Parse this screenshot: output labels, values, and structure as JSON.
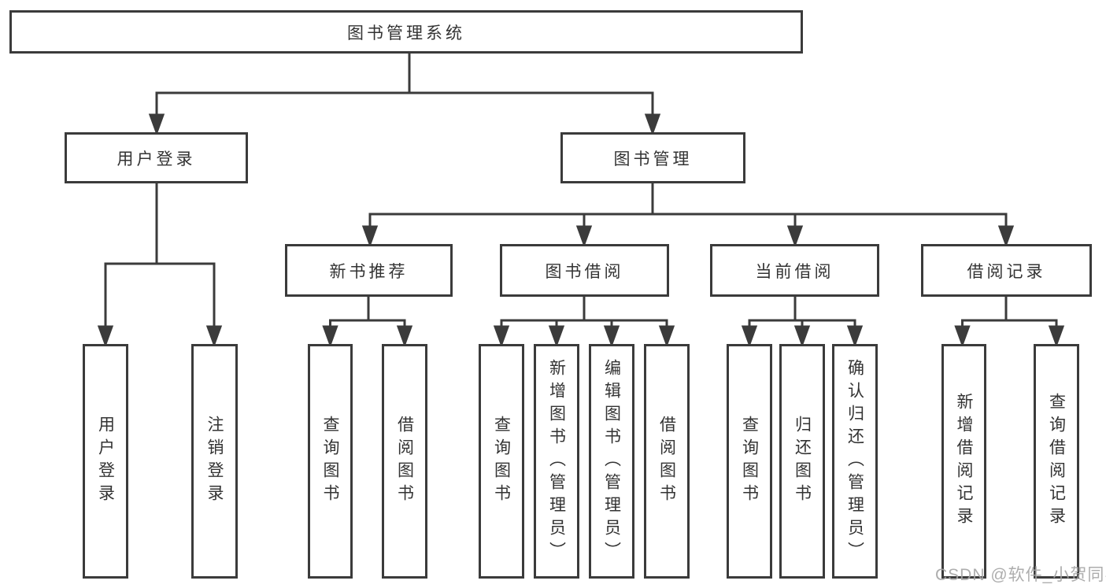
{
  "diagram": {
    "type": "hierarchy-tree",
    "nodes": {
      "root": "图书管理系统",
      "user_login": "用户登录",
      "book_management": "图书管理",
      "new_book_recommend": "新书推荐",
      "book_borrowing": "图书借阅",
      "current_borrowing": "当前借阅",
      "borrowing_records": "借阅记录",
      "leaf_user_login": "用户登录",
      "leaf_logout": "注销登录",
      "leaf_recommend_query_books": "查询图书",
      "leaf_recommend_borrow_books": "借阅图书",
      "leaf_borrowing_query_books": "查询图书",
      "leaf_borrowing_add_books": "新增图书（管理员）",
      "leaf_borrowing_edit_books": "编辑图书（管理员）",
      "leaf_borrowing_borrow_books": "借阅图书",
      "leaf_current_query_books": "查询图书",
      "leaf_current_return_books": "归还图书",
      "leaf_current_confirm_return": "确认归还（管理员）",
      "leaf_records_add_record": "新增借阅记录",
      "leaf_records_query_record": "查询借阅记录"
    },
    "colors": {
      "line": "#3b3b3b",
      "box_border": "#3b3b3b",
      "text": "#333333",
      "background": "#ffffff"
    }
  },
  "watermark": {
    "text": "CSDN @软件_小贺同学",
    "color": "#a5a5a5"
  }
}
